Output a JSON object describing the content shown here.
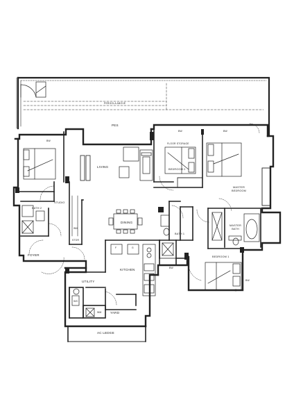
{
  "plan": {
    "rooms": {
      "pes": "PES",
      "living": "LIVING",
      "dining": "DINING",
      "kitchen": "KITCHEN",
      "foyer": "FOYER",
      "utility": "UTILITY",
      "yard": "YARD",
      "ac_ledge": "AC LEDGE",
      "bedroom2": "BEDROOM 2",
      "master_bedroom": "MASTER\nBEDROOM",
      "master_bath": "MASTER\nBATH",
      "bedroom1": "BEDROOM 1",
      "bath1": "BATH 1",
      "bath2": "BATH 2",
      "studio": "STUDIO",
      "wc": "WC",
      "floor_storage": "FLOOR STORAGE",
      "pergola": "PERGOLA ABOVE"
    },
    "fixtures": {
      "bw_labels": [
        "BW",
        "BW",
        "BW",
        "BW",
        "BW"
      ],
      "wm_labels": [
        "WM",
        "WM"
      ],
      "store": "STOR",
      "fridge": "F",
      "cooker": "G"
    }
  }
}
